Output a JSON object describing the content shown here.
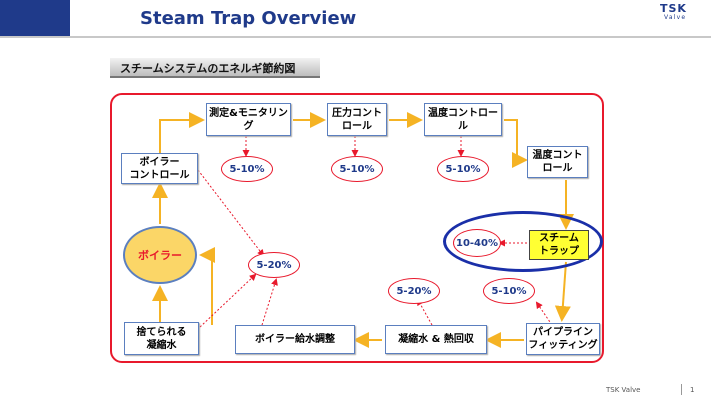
{
  "header": {
    "title": "Steam Trap  Overview",
    "logo_main": "TSK",
    "logo_sub": "Valve"
  },
  "subheading": "スチームシステムのエネルギ節約図",
  "diagram": {
    "boiler": "ボイラー",
    "boiler_control": "ボイラー\nコントロール",
    "measure_monitor": "測定&モニタリン\nグ",
    "pressure_control": "圧力コント\nロール",
    "temp_control_top": "温度コントロー\nル",
    "temp_control_right": "温度コント\nロール",
    "steam_trap": "スチーム\nトラップ",
    "pipeline_fitting": "パイプライン\nフィッティング",
    "condensate_recovery": "凝縮水 & 熱回収",
    "boiler_feed": "ボイラー給水調整",
    "discarded_condensate": "捨てられる\n凝縮水",
    "savings": {
      "measure": "5-10%",
      "pressure": "5-10%",
      "temp": "5-10%",
      "trap": "10-40%",
      "pipeline": "5-10%",
      "condensate": "5-20%",
      "feed": "5-20%"
    },
    "colors": {
      "arrow": "#f5b324",
      "dotted": "#e8192c",
      "frame": "#e8192c",
      "box_border": "#5b7fbf",
      "highlight": "#1a2fa8",
      "trap_fill": "#ffff33",
      "boiler_fill": "#fbd667"
    }
  },
  "footer": {
    "company": "TSK Valve",
    "page": "1"
  }
}
